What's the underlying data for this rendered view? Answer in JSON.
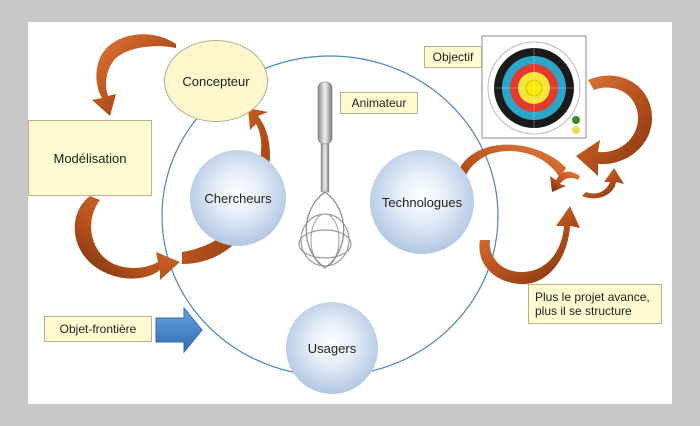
{
  "nodes": {
    "concepteur": "Concepteur",
    "modelisation": "Modélisation",
    "chercheurs": "Chercheurs",
    "technologues": "Technologues",
    "usagers": "Usagers",
    "animateur": "Animateur",
    "objectif": "Objectif",
    "objet_frontiere": "Objet-frontière",
    "structure_line1": "Plus le projet avance,",
    "structure_line2": "plus il se structure"
  },
  "colors": {
    "arrow": "#b8521c",
    "arrow_dark": "#7a3410",
    "blue_arrow": "#3d7fc9",
    "circle_outline": "#4a86c0",
    "note_fill": "#fff9cf"
  },
  "icons": {
    "whisk": "whisk-icon",
    "target": "target-icon"
  }
}
